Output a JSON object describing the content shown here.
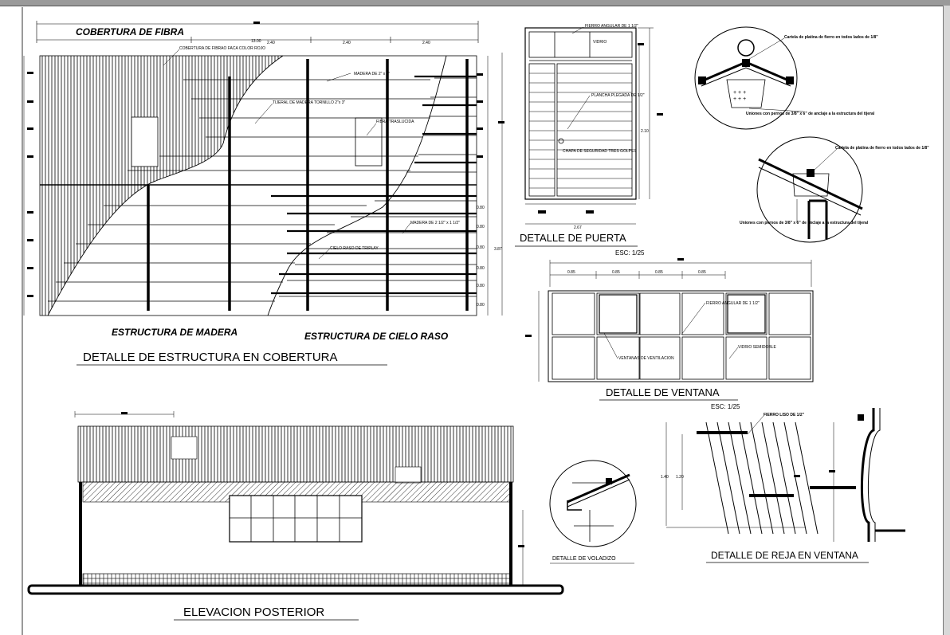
{
  "titles": {
    "estructura_cobertura": "DETALLE DE ESTRUCTURA EN COBERTURA",
    "puerta": "DETALLE DE PUERTA",
    "ventana": "DETALLE DE VENTANA",
    "elevacion": "ELEVACION POSTERIOR",
    "voladizo": "DETALLE DE VOLADIZO",
    "reja": "DETALLE DE REJA EN VENTANA"
  },
  "subtitles": {
    "cobertura_fibra": "COBERTURA DE FIBRA",
    "estructura_madera": "ESTRUCTURA DE MADERA",
    "estructura_cielo": "ESTRUCTURA DE CIELO RASO"
  },
  "scales": {
    "ventana": "ESC: 1/25",
    "reja": "ESC: 1/25"
  },
  "notes": {
    "cobertura_roja": "COBERTURA DE FIBRAO FACA COLOR ROJO",
    "madera_2x3": "MADERA DE 2\" x 3\"",
    "tijeral": "TIJERAL DE MADERA TORNILLO 2\"x 3\"",
    "fibra_traslucida": "FIBRA TRASLUCIDA",
    "madera_2x1": "MADERA DE 2 1/2\" x 1 1/2\"",
    "cielo_raso": "CIELO RASO DE TRIPLAY",
    "fierro_angular_puerta": "FIERRO ANGULAR DE 1 1/2\"",
    "vidrio": "VIDRIO",
    "plancha_plegada": "PLANCHA PLEGADA DE 1/2\"",
    "chapa": "CHAPA DE SEGURIDAD TRES GOLPES",
    "fierro_angular_ventana": "FIERRO ANGULAR DE 1 1/2\"",
    "ventanas_ventilacion": "VENTANAS DE VENTILACION",
    "vidrio_semidoble": "VIDRIO SEMIDOBLE",
    "platina_1": "Cartela de platina de fierro en todos lados de 1/8\"",
    "pernos_1": "Uniones con pernos de 3/8\" x 6\" de anclaje a la estructura del tijeral",
    "platina_2": "Cartela de platina de fierro en todos lados de 1/8\"",
    "pernos_2": "Uniones con pernos de 3/8\" x 6\" de anclaje a la estructura del tijeral",
    "fierro_reja": "FIERRO LISO DE 1/2\""
  },
  "dims": {
    "cob_total": "13.00",
    "cob_a": "2.40",
    "cob_b": "2.40",
    "cob_c": "2.40",
    "cob_d": "0.80",
    "cob_e": "0.80",
    "cob_f": "0.80",
    "cob_g": "0.80",
    "cob_h": "0.80",
    "cob_i": "0.80",
    "cob_height": "3.87",
    "puerta_w": "2.67",
    "puerta_h": "2.10",
    "ventana_a": "0.85",
    "ventana_b": "0.85",
    "ventana_c": "0.85",
    "ventana_d": "0.85",
    "reja_a": "1.40",
    "reja_b": "1.20"
  }
}
